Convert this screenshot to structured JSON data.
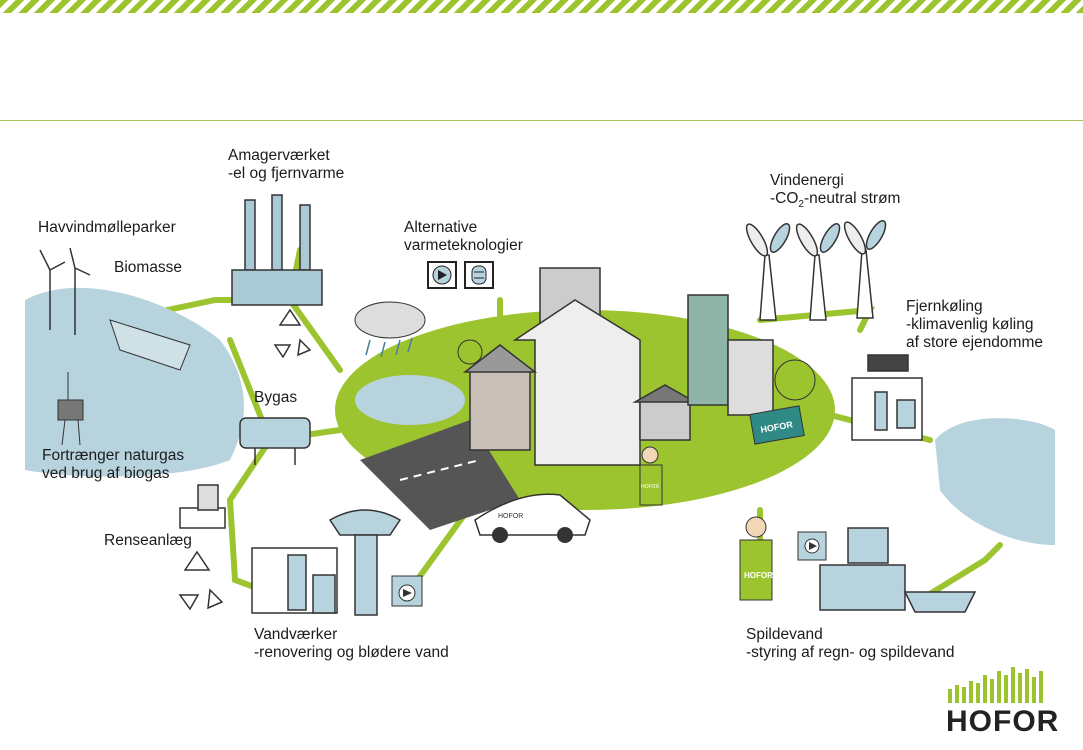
{
  "colors": {
    "accent_green": "#9cc42f",
    "water_blue": "#b7d3de",
    "line_green": "#a8c957"
  },
  "labels": {
    "amagervaerket": {
      "line1": "Amagerværket",
      "line2": "-el og fjernvarme"
    },
    "havvind": {
      "line1": "Havvindmølleparker"
    },
    "biomasse": {
      "line1": "Biomasse"
    },
    "alternative": {
      "line1": "Alternative",
      "line2": "varmeteknologier"
    },
    "vindenergi": {
      "line1": "Vindenergi",
      "line2_pre": "-CO",
      "line2_sub": "2",
      "line2_post": "-neutral strøm"
    },
    "fjernkoeling": {
      "line1": "Fjernkøling",
      "line2": "-klimavenlig køling",
      "line3": "af store ejendomme"
    },
    "bygas": {
      "line1": "Bygas"
    },
    "fortraenger": {
      "line1": "Fortrænger naturgas",
      "line2": "ved brug af biogas"
    },
    "renseanlaeg": {
      "line1": "Renseanlæg"
    },
    "vandvaerker": {
      "line1": "Vandværker",
      "line2": "-renovering og blødere vand"
    },
    "spildevand": {
      "line1": "Spildevand",
      "line2": "-styring af regn- og spildevand"
    }
  },
  "illustration_text": {
    "sign_text": "HOFOR",
    "car_text": "HOFOR",
    "worker_shirt_1": "HOFOR",
    "worker_shirt_2": "HOFOR"
  },
  "logo": {
    "text": "HOFOR"
  },
  "icons": [
    "recycle-icon",
    "play-icon",
    "heat-coil-icon",
    "cloud-rain-icon"
  ]
}
